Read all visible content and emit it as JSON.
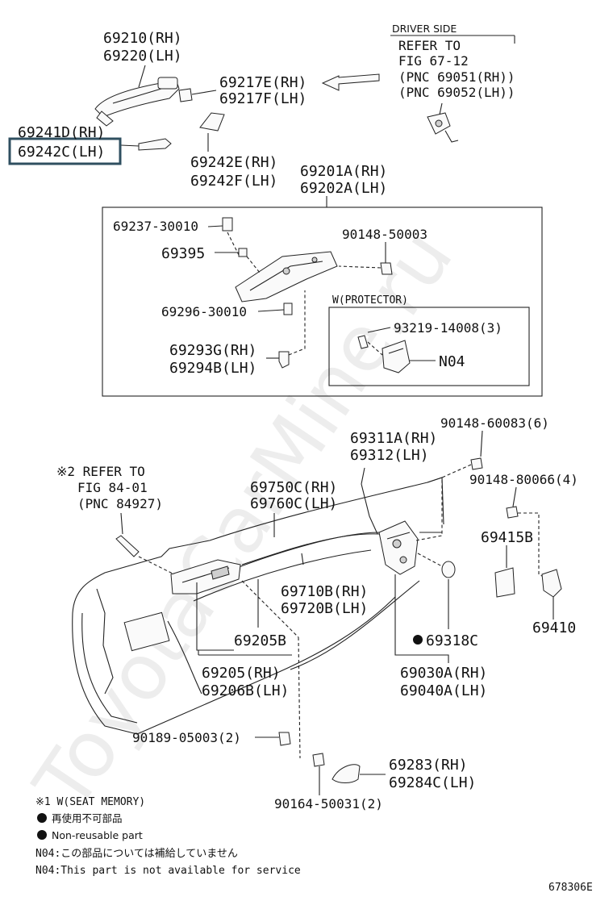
{
  "watermark": "ToyotaCarMine.ru",
  "figure_id": "678306E",
  "callout": {
    "driver_side": "DRIVER SIDE",
    "refer_title": "REFER TO",
    "refer_fig": "FIG 67-12",
    "pnc_rh": "(PNC 69051(RH))",
    "pnc_lh": "(PNC 69052(LH))"
  },
  "seat_memory_ref": {
    "title": "※2 REFER TO",
    "fig": "FIG 84-01",
    "pnc": "(PNC 84927)"
  },
  "protector_box_label": "W(PROTECTOR)",
  "parts": {
    "p69210": "69210(RH)",
    "p69220": "69220(LH)",
    "p69217E": "69217E(RH)",
    "p69217F": "69217F(LH)",
    "p69241D": "69241D(RH)",
    "p69242C": "69242C(LH)",
    "p69242E": "69242E(RH)",
    "p69242F": "69242F(LH)",
    "p69201A": "69201A(RH)",
    "p69202A": "69202A(LH)",
    "p69237": "69237-30010",
    "p90148_50003": "90148-50003",
    "p69395": "69395",
    "p69296": "69296-30010",
    "p93219": "93219-14008(3)",
    "pN04": "N04",
    "p69293G": "69293G(RH)",
    "p69294B": "69294B(LH)",
    "p90148_60083": "90148-60083(6)",
    "p69311A": "69311A(RH)",
    "p69312": "69312(LH)",
    "p90148_80066": "90148-80066(4)",
    "p69750C": "69750C(RH)",
    "p69760C": "69760C(LH)",
    "p69415B": "69415B",
    "p69710B": "69710B(RH)",
    "p69720B": "69720B(LH)",
    "p69410": "69410",
    "p69205B": "69205B",
    "p69318C": "69318C",
    "p69205": "69205(RH)",
    "p69206B": "69206B(LH)",
    "p69030A": "69030A(RH)",
    "p69040A": "69040A(LH)",
    "p90189": "90189-05003(2)",
    "p69283": "69283(RH)",
    "p69284C": "69284C(LH)",
    "p90164": "90164-50031(2)"
  },
  "legend": {
    "note1": "※1 W(SEAT MEMORY)",
    "nonreusable_jp": "再使用不可部品",
    "nonreusable_en": "Non-reusable part",
    "n04_jp": "N04:この部品については補給していません",
    "n04_en": "N04:This part is not available for service"
  },
  "highlighted_part": "69242C(LH)"
}
